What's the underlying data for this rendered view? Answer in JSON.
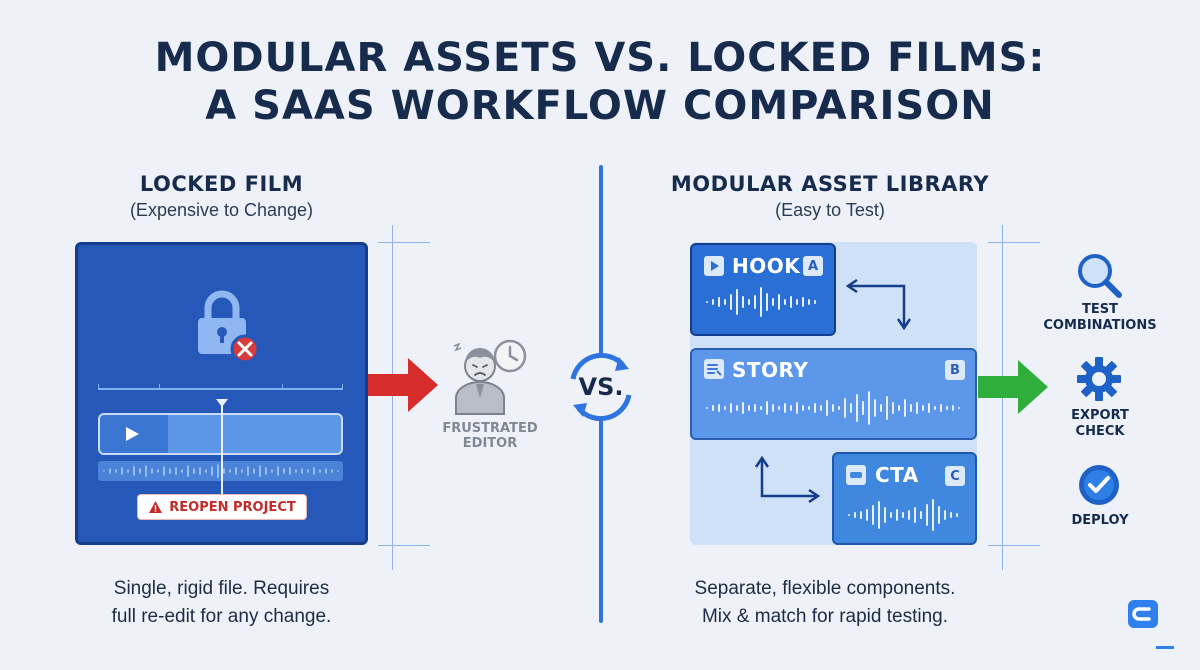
{
  "title": {
    "line1": "MODULAR ASSETS VS. LOCKED FILMS:",
    "line2": "A SAAS WORKFLOW COMPARISON"
  },
  "left": {
    "heading": "LOCKED FILM",
    "subheading": "(Expensive to Change)",
    "reopen_label": "REOPEN PROJECT",
    "editor_label_1": "FRUSTRATED",
    "editor_label_2": "EDITOR",
    "caption_1": "Single, rigid file. Requires",
    "caption_2": "full re-edit for any change."
  },
  "center": {
    "vs_label": "VS."
  },
  "right": {
    "heading": "MODULAR ASSET LIBRARY",
    "subheading": "(Easy to Test)",
    "cards": [
      {
        "label": "HOOK",
        "badge": "A"
      },
      {
        "label": "STORY",
        "badge": "B"
      },
      {
        "label": "CTA",
        "badge": "C"
      }
    ],
    "actions": [
      {
        "line1": "TEST",
        "line2": "COMBINATIONS",
        "icon": "magnifier-icon"
      },
      {
        "line1": "EXPORT",
        "line2": "CHECK",
        "icon": "gear-icon"
      },
      {
        "line1": "DEPLOY",
        "line2": "",
        "icon": "check-circle-icon"
      }
    ],
    "caption_1": "Separate, flexible components.",
    "caption_2": "Mix & match for rapid testing."
  },
  "colors": {
    "navy": "#172b4d",
    "film_blue": "#2558b8",
    "card_blue": "#2a6fd6",
    "story_blue": "#5c97ea",
    "lib_bg": "#cfe1f7",
    "red_arrow": "#d62c2c",
    "green_arrow": "#2fae3c",
    "accent": "#2f80ed"
  }
}
